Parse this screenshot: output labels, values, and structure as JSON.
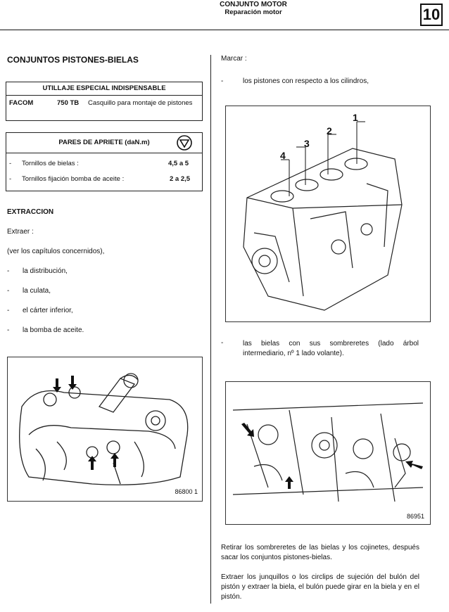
{
  "header": {
    "title": "CONJUNTO MOTOR",
    "subtitle": "Reparación motor",
    "section_number": "10"
  },
  "left": {
    "section_title": "CONJUNTOS PISTONES-BIELAS",
    "tools": {
      "heading": "UTILLAJE ESPECIAL INDISPENSABLE",
      "brand": "FACOM",
      "code": "750 TB",
      "description": "Casquillo para montaje de pistones"
    },
    "torque": {
      "heading": "PARES DE APRIETE (daN.m)",
      "rows": [
        {
          "bullet": "-",
          "label": "Tornillos de bielas :",
          "value": "4,5 a 5"
        },
        {
          "bullet": "-",
          "label": "Tornillos fijación bomba de aceite :",
          "value": "2 a 2,5"
        }
      ]
    },
    "extraction_title": "EXTRACCION",
    "extract_intro": "Extraer :",
    "see_chapters": "(ver los capítulos concernidos),",
    "items": [
      {
        "bullet": "-",
        "text": "la distribución,"
      },
      {
        "bullet": "-",
        "text": "la culata,"
      },
      {
        "bullet": "-",
        "text": "el cárter inferior,"
      },
      {
        "bullet": "-",
        "text": "la bomba de aceite."
      }
    ],
    "figure_caption": "86800 1"
  },
  "right": {
    "mark_intro": "Marcar :",
    "mark_pistons": "los pistones con respecto a los cilindros,",
    "figure1_labels": [
      "1",
      "2",
      "3",
      "4"
    ],
    "mark_rods": "las bielas con sus sombreretes (lado árbol intermediario, nº 1 lado volante).",
    "figure2_caption": "86951",
    "para1": "Retirar los sombreretes de las bielas y los cojinetes, después sacar los conjuntos pistones-bielas.",
    "para2": "Extraer los junquillos o los circlips de sujeción del bulón del pistón y extraer la biela, el bulón puede girar en la biela y en el pistón."
  }
}
